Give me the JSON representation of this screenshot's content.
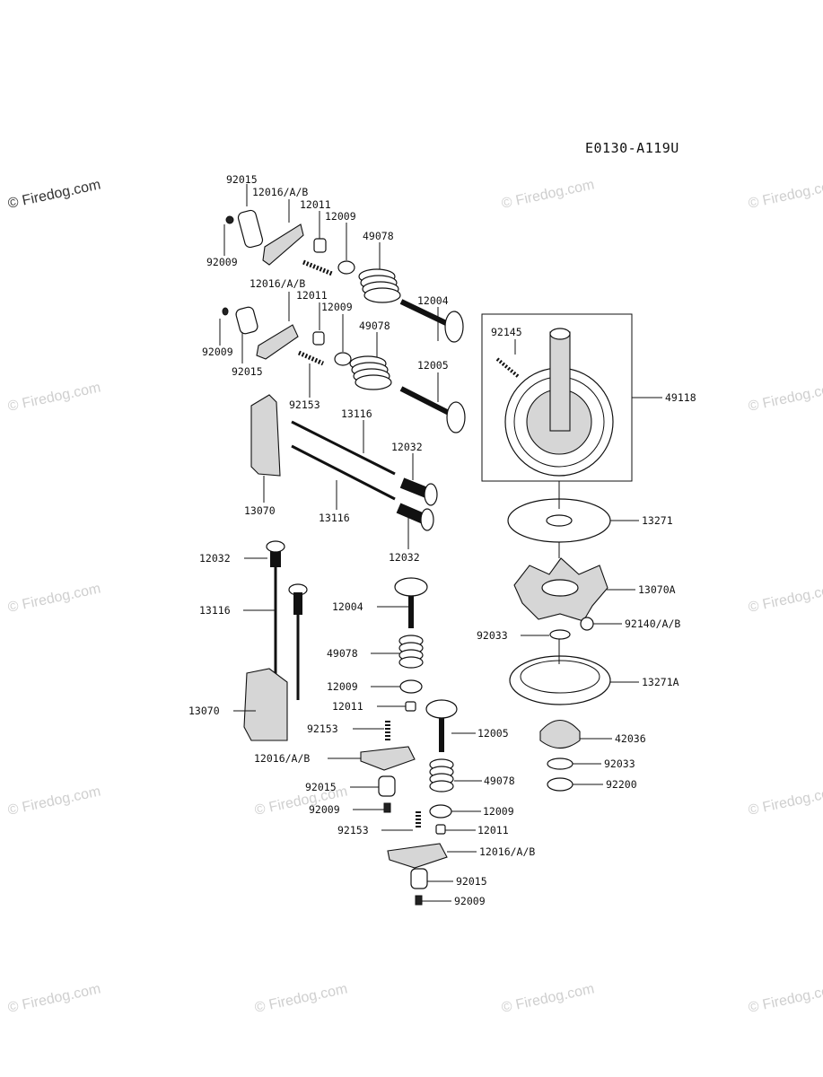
{
  "diagram": {
    "code": "E0130-A119U",
    "watermark": "© Firedog.com",
    "labels": [
      {
        "id": "l1",
        "text": "92015"
      },
      {
        "id": "l2",
        "text": "12016/A/B"
      },
      {
        "id": "l3",
        "text": "12011"
      },
      {
        "id": "l4",
        "text": "12009"
      },
      {
        "id": "l5",
        "text": "49078"
      },
      {
        "id": "l6",
        "text": "92009"
      },
      {
        "id": "l7",
        "text": "12004"
      },
      {
        "id": "l8",
        "text": "12016/A/B"
      },
      {
        "id": "l9",
        "text": "12011"
      },
      {
        "id": "l10",
        "text": "12009"
      },
      {
        "id": "l11",
        "text": "49078"
      },
      {
        "id": "l12",
        "text": "92009"
      },
      {
        "id": "l13",
        "text": "92015"
      },
      {
        "id": "l14",
        "text": "12005"
      },
      {
        "id": "l15",
        "text": "92153"
      },
      {
        "id": "l16",
        "text": "13116"
      },
      {
        "id": "l17",
        "text": "12032"
      },
      {
        "id": "l18",
        "text": "13070"
      },
      {
        "id": "l19",
        "text": "13116"
      },
      {
        "id": "l20",
        "text": "12032"
      },
      {
        "id": "l21",
        "text": "92145"
      },
      {
        "id": "l22",
        "text": "49118"
      },
      {
        "id": "l23",
        "text": "13271"
      },
      {
        "id": "l24",
        "text": "13070A"
      },
      {
        "id": "l25",
        "text": "92033"
      },
      {
        "id": "l26",
        "text": "92140/A/B"
      },
      {
        "id": "l27",
        "text": "13271A"
      },
      {
        "id": "l28",
        "text": "42036"
      },
      {
        "id": "l29",
        "text": "92033"
      },
      {
        "id": "l30",
        "text": "92200"
      },
      {
        "id": "l31",
        "text": "12032"
      },
      {
        "id": "l32",
        "text": "13116"
      },
      {
        "id": "l33",
        "text": "13070"
      },
      {
        "id": "l34",
        "text": "12004"
      },
      {
        "id": "l35",
        "text": "49078"
      },
      {
        "id": "l36",
        "text": "12009"
      },
      {
        "id": "l37",
        "text": "12011"
      },
      {
        "id": "l38",
        "text": "92153"
      },
      {
        "id": "l39",
        "text": "12016/A/B"
      },
      {
        "id": "l40",
        "text": "12005"
      },
      {
        "id": "l41",
        "text": "92015"
      },
      {
        "id": "l42",
        "text": "92009"
      },
      {
        "id": "l43",
        "text": "49078"
      },
      {
        "id": "l44",
        "text": "12009"
      },
      {
        "id": "l45",
        "text": "92153"
      },
      {
        "id": "l46",
        "text": "12011"
      },
      {
        "id": "l47",
        "text": "12016/A/B"
      },
      {
        "id": "l48",
        "text": "92015"
      },
      {
        "id": "l49",
        "text": "92009"
      }
    ]
  }
}
